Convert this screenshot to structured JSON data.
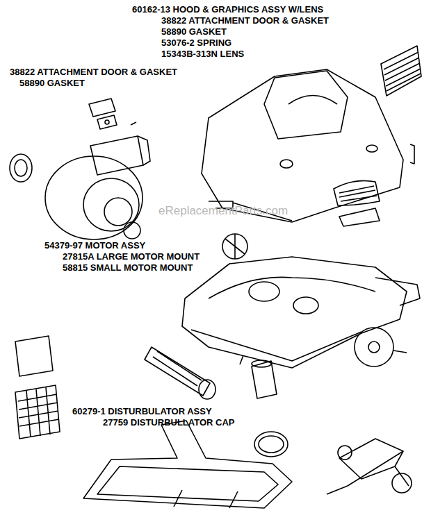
{
  "diagram": {
    "labels": [
      "60162-13 HOOD & GRAPHICS ASSY W/LENS",
      "38822 ATTACHMENT DOOR & GASKET",
      "58890 GASKET",
      "53076-2 SPRING",
      "15343B-313N LENS",
      "38822 ATTACHMENT DOOR & GASKET",
      "58890 GASKET",
      "eReplacementParts.com",
      "54379-97 MOTOR ASSY",
      "27815A LARGE MOTOR MOUNT",
      "58815 SMALL MOTOR MOUNT",
      "60279-1 DISTURBULATOR ASSY",
      "27759 DISTURBULLATOR CAP"
    ]
  }
}
